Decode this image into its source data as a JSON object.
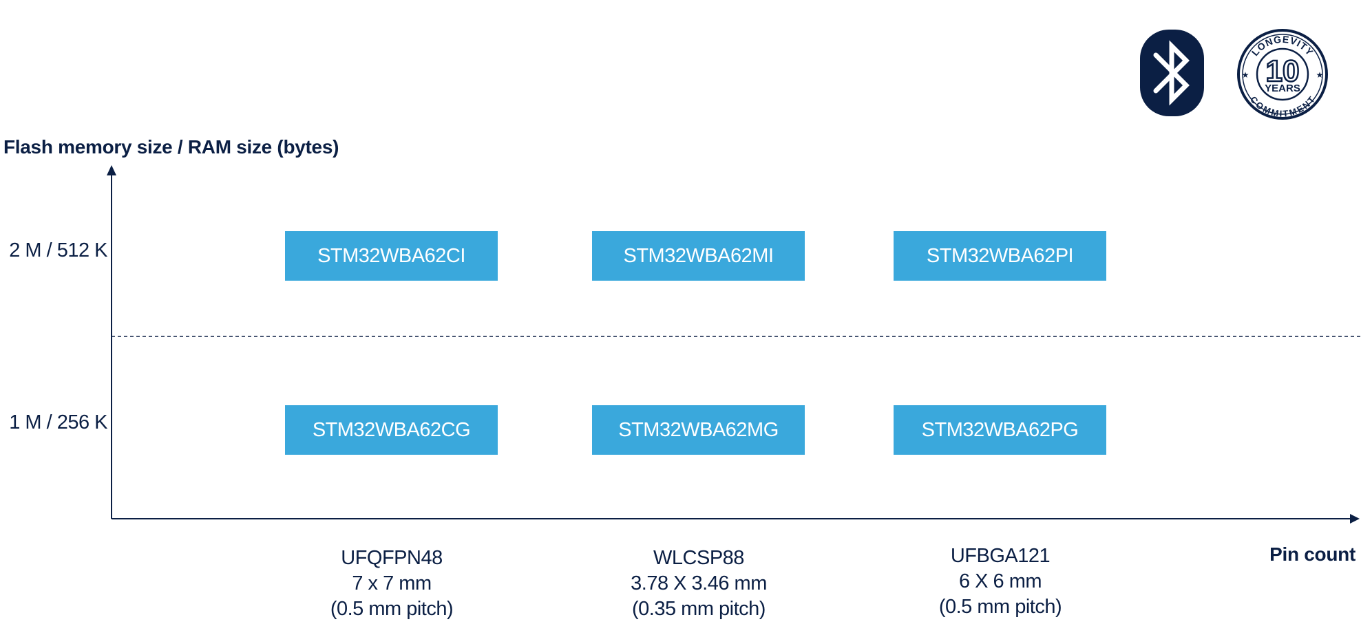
{
  "y_axis": {
    "title": "Flash memory size / RAM size (bytes)",
    "levels": [
      "2 M / 512 K",
      "1 M / 256 K"
    ]
  },
  "x_axis": {
    "title": "Pin count",
    "packages": [
      {
        "name": "UFQFPN48",
        "size": "7 x 7 mm",
        "pitch": "(0.5 mm pitch)"
      },
      {
        "name": "WLCSP88",
        "size": "3.78 X 3.46 mm",
        "pitch": "(0.35 mm pitch)"
      },
      {
        "name": "UFBGA121",
        "size": "6 X 6 mm",
        "pitch": "(0.5 mm pitch)"
      }
    ]
  },
  "parts": {
    "top_row": [
      "STM32WBA62CI",
      "STM32WBA62MI",
      "STM32WBA62PI"
    ],
    "bottom_row": [
      "STM32WBA62CG",
      "STM32WBA62MG",
      "STM32WBA62PG"
    ]
  },
  "badges": {
    "bluetooth": "bluetooth-icon",
    "longevity": {
      "top": "LONGEVITY",
      "number": "10",
      "years": "YEARS",
      "bottom": "COMMITMENT"
    }
  },
  "colors": {
    "navy": "#0b1f44",
    "chip_blue": "#3aa8dc",
    "chip_text": "#ffffff"
  }
}
